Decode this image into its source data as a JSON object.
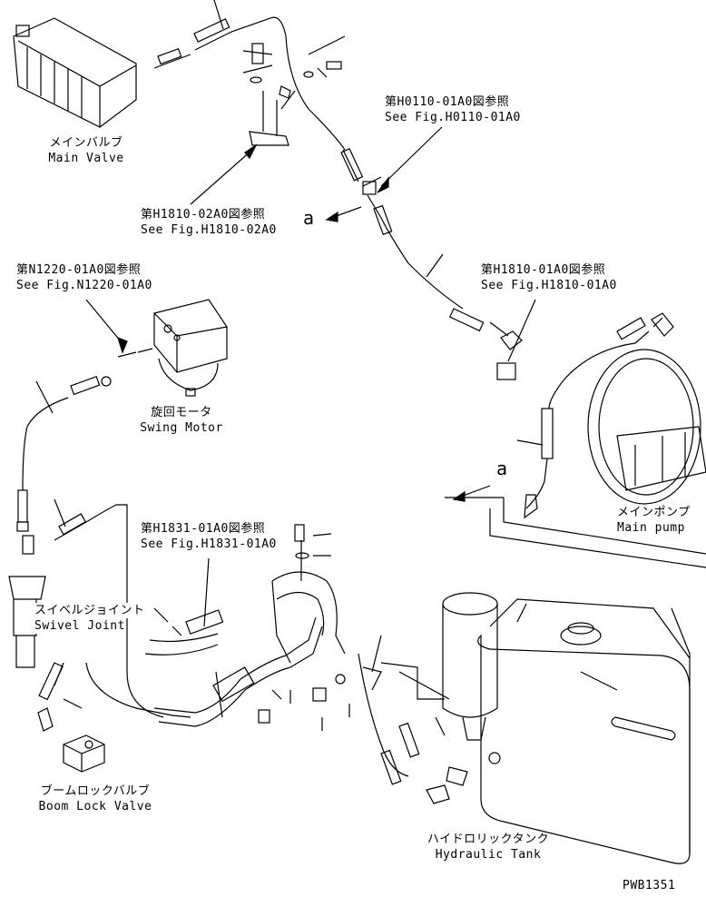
{
  "labels": {
    "main_valve": {
      "jp": "メインバルブ",
      "en": "Main Valve"
    },
    "ref_h1810_02a0": {
      "jp": "第H1810-02A0図参照",
      "en": "See Fig.H1810-02A0"
    },
    "ref_h0110_01a0": {
      "jp": "第H0110-01A0図参照",
      "en": "See Fig.H0110-01A0"
    },
    "ref_h1810_01a0": {
      "jp": "第H1810-01A0図参照",
      "en": "See Fig.H1810-01A0"
    },
    "ref_n1220_01a0": {
      "jp": "第N1220-01A0図参照",
      "en": "See Fig.N1220-01A0"
    },
    "swing_motor": {
      "jp": "旋回モータ",
      "en": "Swing Motor"
    },
    "main_pump": {
      "jp": "メインポンプ",
      "en": "Main pump"
    },
    "ref_h1831_01a0": {
      "jp": "第H1831-01A0図参照",
      "en": "See Fig.H1831-01A0"
    },
    "swivel_joint": {
      "jp": "スイベルジョイント",
      "en": "Swivel Joint"
    },
    "boom_lock_valve": {
      "jp": "ブームロックバルブ",
      "en": "Boom Lock Valve"
    },
    "hydraulic_tank": {
      "jp": "ハイドロリックタンク",
      "en": "Hydraulic Tank"
    },
    "connector_a_1": "a",
    "connector_a_2": "a",
    "drawing_number": "PWB1351"
  }
}
